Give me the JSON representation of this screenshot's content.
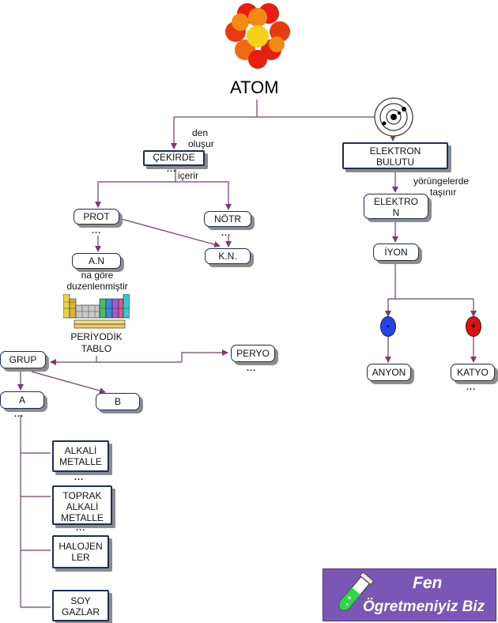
{
  "title": "ATOM",
  "colors": {
    "wire": "#7a3a7a",
    "box_border": "#1d2d5e",
    "anion": "#2244ee",
    "cation": "#dd1111",
    "badge": "#7a57b6"
  },
  "icons": {
    "atom_nucleus": "nucleus-icon",
    "electron_orbit": "orbit-icon",
    "periodic_table": "periodic-table-icon",
    "test_tube": "test-tube-icon"
  },
  "nodes": {
    "cekirdek": "ÇEKİRDE",
    "elektron_bulutu_1": "ELEKTRON",
    "elektron_bulutu_2": "BULUTU",
    "prot": "PROT",
    "notr": "NÖTR",
    "an": "A.N",
    "kn": "K.N.",
    "elektron_1": "ELEKTRO",
    "elektron_2": "N",
    "iyon": "İYON",
    "anyon": "ANYON",
    "katyo": "KATYO",
    "grup": "GRUP",
    "peryo": "PERYO",
    "a": "A",
    "b": "B",
    "alkali_1": "ALKALİ",
    "alkali_2": "METALLE",
    "toprak_1": "TOPRAK",
    "toprak_2": "ALKALİ",
    "toprak_3": "METALLE",
    "halojen_1": "HALOJEN",
    "halojen_2": "LER",
    "soy_1": "SOY",
    "soy_2": "GAZLAR"
  },
  "links": {
    "den": "den",
    "olusur": "oluşur",
    "icerir": "içerir",
    "yorunge_1": "yörüngelerde",
    "yorunge_2": "taşınır",
    "na_gore": "na göre",
    "duzenlenmistir": "duzenlenmiştir",
    "periyodik": "PERİYODİK",
    "tablo": "TABLO"
  },
  "ions": {
    "anion_sign": "-",
    "cation_sign": "+"
  },
  "more_marker": "...",
  "badge": {
    "line1": "Fen",
    "line2": "Ögretmeniyiz Biz"
  }
}
